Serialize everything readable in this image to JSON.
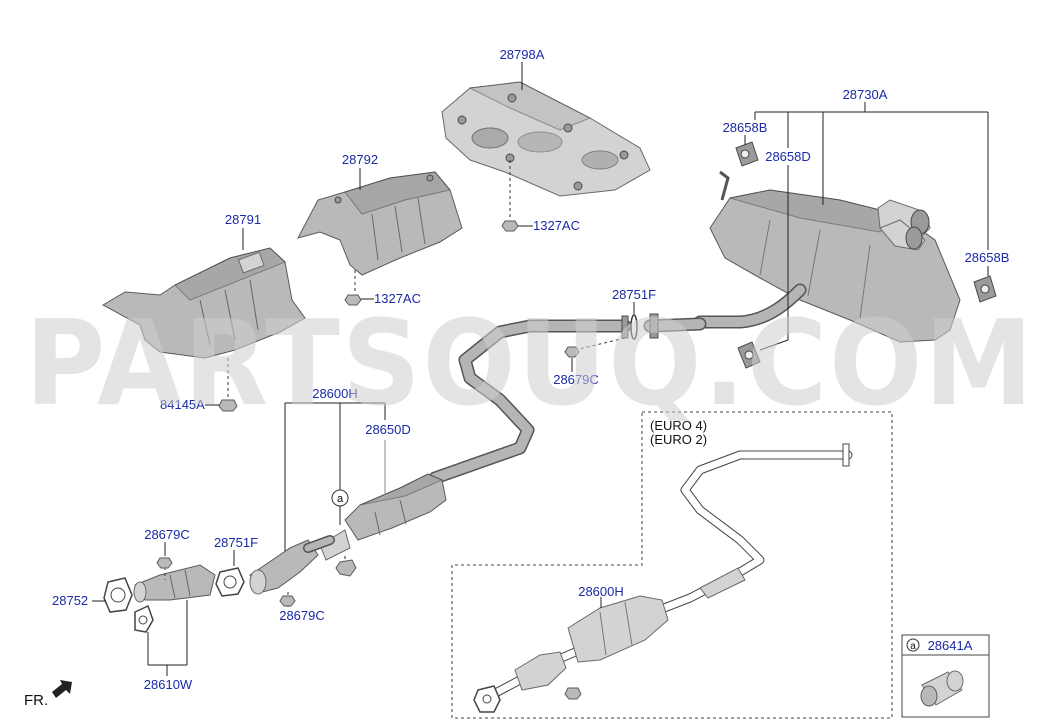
{
  "watermark": "PARTSOUQ.COM",
  "direction_label": "FR.",
  "variant_labels": [
    "(EURO 4)",
    "(EURO 2)"
  ],
  "callout_ref": "a",
  "parts": [
    {
      "id": "p28798A",
      "code": "28798A"
    },
    {
      "id": "p28730A",
      "code": "28730A"
    },
    {
      "id": "p28658B_top",
      "code": "28658B"
    },
    {
      "id": "p28658D",
      "code": "28658D"
    },
    {
      "id": "p28792",
      "code": "28792"
    },
    {
      "id": "p1327AC_top",
      "code": "1327AC"
    },
    {
      "id": "p28791",
      "code": "28791"
    },
    {
      "id": "p1327AC_mid",
      "code": "1327AC"
    },
    {
      "id": "p28658B_right",
      "code": "28658B"
    },
    {
      "id": "p28751F_top",
      "code": "28751F"
    },
    {
      "id": "p28679C_top",
      "code": "28679C"
    },
    {
      "id": "p84145A",
      "code": "84145A"
    },
    {
      "id": "p28600H_main",
      "code": "28600H"
    },
    {
      "id": "p28650D",
      "code": "28650D"
    },
    {
      "id": "p28679C_left",
      "code": "28679C"
    },
    {
      "id": "p28751F_left",
      "code": "28751F"
    },
    {
      "id": "p28752",
      "code": "28752"
    },
    {
      "id": "p28679C_bottom",
      "code": "28679C"
    },
    {
      "id": "p28610W",
      "code": "28610W"
    },
    {
      "id": "p28600H_inset",
      "code": "28600H"
    },
    {
      "id": "p28641A",
      "code": "28641A"
    }
  ],
  "colors": {
    "part_link": "#1a2aa8",
    "part_fill": "#b9b9b9",
    "watermark": "#cfcfcf"
  }
}
